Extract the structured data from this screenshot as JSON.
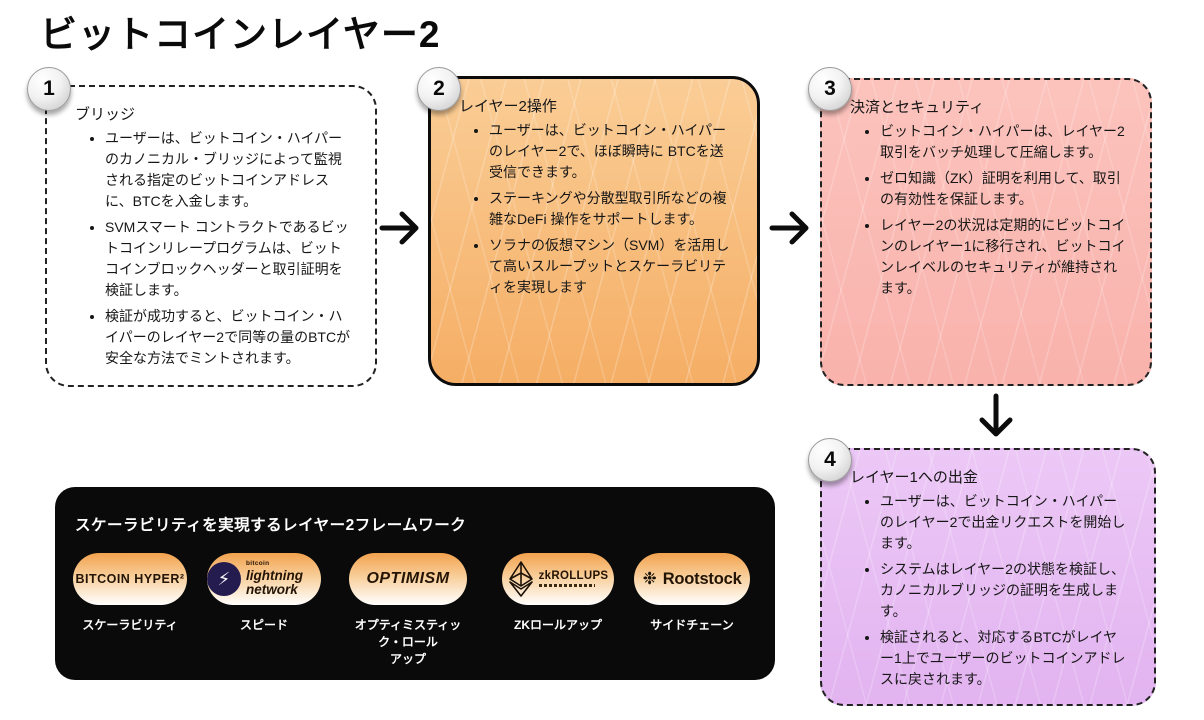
{
  "title": "ビットコインレイヤー2",
  "steps": [
    {
      "number": "1",
      "heading": "ブリッジ",
      "bullets": [
        "ユーザーは、ビットコイン・ハイパーのカノニカル・ブリッジによって監視される指定のビットコインアドレスに、BTCを入金します。",
        "SVMスマート コントラクトであるビットコインリレープログラムは、ビットコインブロックヘッダーと取引証明を検証します。",
        "検証が成功すると、ビットコイン・ハイパーのレイヤー2で同等の量のBTCが安全な方法でミントされます。"
      ]
    },
    {
      "number": "2",
      "heading": "レイヤー2操作",
      "bullets": [
        "ユーザーは、ビットコイン・ハイパーのレイヤー2で、ほぼ瞬時に BTCを送受信できます。",
        "ステーキングや分散型取引所などの複雑なDeFi 操作をサポートします。",
        "ソラナの仮想マシン（SVM）を活用して高いスループットとスケーラビリティを実現します"
      ]
    },
    {
      "number": "3",
      "heading": "決済とセキュリティ",
      "bullets": [
        "ビットコイン・ハイパーは、レイヤー2取引をバッチ処理して圧縮します。",
        "ゼロ知識（ZK）証明を利用して、取引の有効性を保証します。",
        "レイヤー2の状況は定期的にビットコインのレイヤー1に移行され、ビットコインレイベルのセキュリティが維持されます。"
      ]
    },
    {
      "number": "4",
      "heading": "レイヤー1への出金",
      "bullets": [
        "ユーザーは、ビットコイン・ハイパーのレイヤー2で出金リクエストを開始します。",
        "システムはレイヤー2の状態を検証し、カノニカルブリッジの証明を生成します。",
        "検証されると、対応するBTCがレイヤー1上でユーザーのビットコインアドレスに戻されます。"
      ]
    }
  ],
  "frameworks_panel": {
    "heading": "スケーラビリティを実現するレイヤー2フレームワーク",
    "items": [
      {
        "logo": "BITCOIN HYPER²",
        "label": "スケーラビリティ"
      },
      {
        "logo": "lightning\nnetwork",
        "logo_top": "bitcoin",
        "label": "スピード"
      },
      {
        "logo": "OPTIMISM",
        "label": "オプティミスティック・ロール\nアップ"
      },
      {
        "logo": "zkROLLUPS",
        "label": "ZKロールアップ"
      },
      {
        "logo": "Rootstock",
        "label": "サイドチェーン"
      }
    ]
  },
  "colors": {
    "step2_bg_top": "#FACD96",
    "step2_bg": "#F5AE65",
    "step3_bg_top": "#FCC3BD",
    "step3_bg": "#F9B2AC",
    "step4_bg_top": "#ECC8F6",
    "step4_bg": "#E2B3F0",
    "panel_bg": "#0A0A0A",
    "pill_orange": "#F2A24E"
  }
}
